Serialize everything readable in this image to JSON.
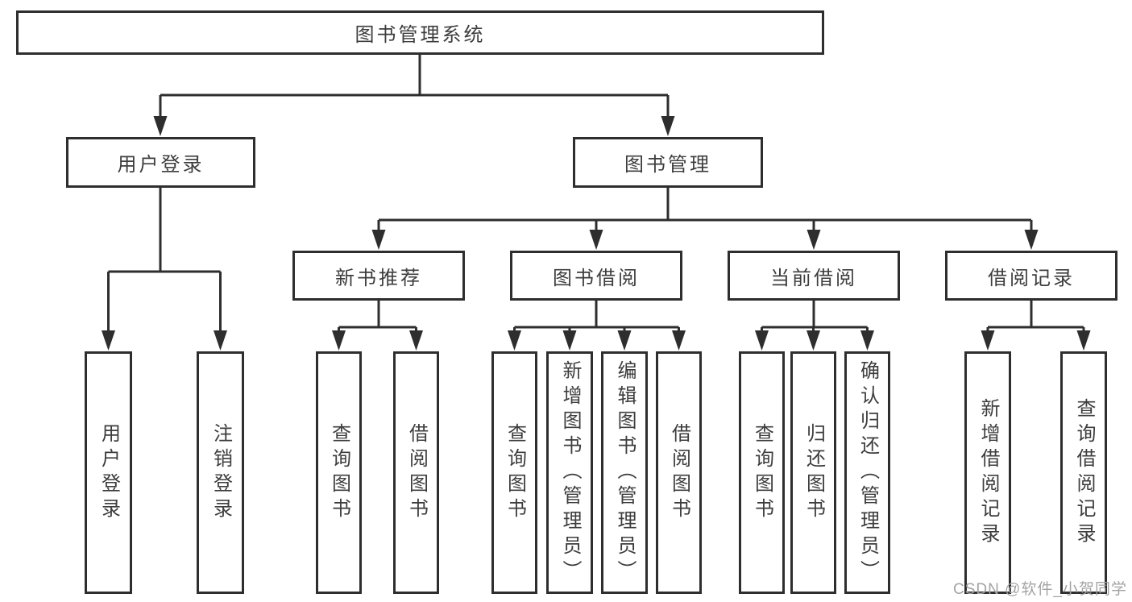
{
  "diagram_title": "图书管理系统",
  "nodes": {
    "root": "图书管理系统",
    "user_login": "用户登录",
    "book_manage": "图书管理",
    "new_book_recommend": "新书推荐",
    "book_borrow": "图书借阅",
    "current_borrow": "当前借阅",
    "borrow_records": "借阅记录",
    "leaf_user_login": "用户登录",
    "leaf_logout": "注销登录",
    "leaf_recommend_query_book": "查询图书",
    "leaf_recommend_borrow_book": "借阅图书",
    "leaf_borrow_query_book": "查询图书",
    "leaf_borrow_add_book": "新增图书（管理员）",
    "leaf_borrow_edit_book": "编辑图书（管理员）",
    "leaf_borrow_borrow_book": "借阅图书",
    "leaf_current_query_book": "查询图书",
    "leaf_current_return_book": "归还图书",
    "leaf_current_confirm_return": "确认归还（管理员）",
    "leaf_records_add_record": "新增借阅记录",
    "leaf_records_query_record": "查询借阅记录"
  },
  "watermark": "CSDN @软件_小贺同学",
  "colors": {
    "line": "#2e2e2e",
    "text": "#3d3d3d",
    "watermark": "#a3a3a3",
    "background": "#ffffff"
  }
}
